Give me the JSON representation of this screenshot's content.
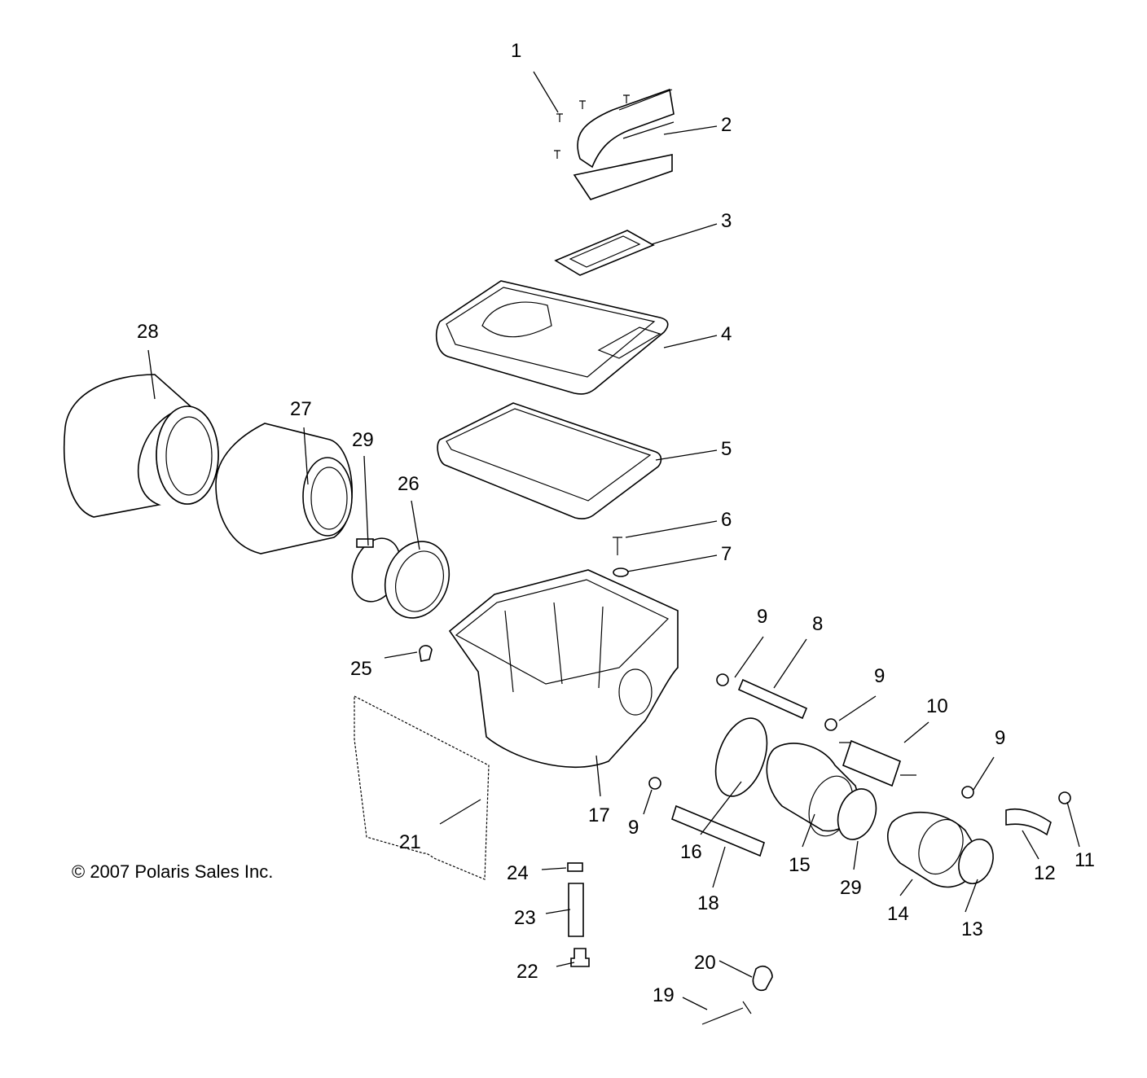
{
  "diagram": {
    "copyright": "© 2007 Polaris Sales Inc.",
    "callouts": [
      {
        "id": "c1",
        "label": "1"
      },
      {
        "id": "c2",
        "label": "2"
      },
      {
        "id": "c3",
        "label": "3"
      },
      {
        "id": "c4",
        "label": "4"
      },
      {
        "id": "c5",
        "label": "5"
      },
      {
        "id": "c6",
        "label": "6"
      },
      {
        "id": "c7",
        "label": "7"
      },
      {
        "id": "c8",
        "label": "8"
      },
      {
        "id": "c9a",
        "label": "9"
      },
      {
        "id": "c9b",
        "label": "9"
      },
      {
        "id": "c9c",
        "label": "9"
      },
      {
        "id": "c9d",
        "label": "9"
      },
      {
        "id": "c10",
        "label": "10"
      },
      {
        "id": "c11",
        "label": "11"
      },
      {
        "id": "c12",
        "label": "12"
      },
      {
        "id": "c13",
        "label": "13"
      },
      {
        "id": "c14",
        "label": "14"
      },
      {
        "id": "c15",
        "label": "15"
      },
      {
        "id": "c16",
        "label": "16"
      },
      {
        "id": "c17",
        "label": "17"
      },
      {
        "id": "c18",
        "label": "18"
      },
      {
        "id": "c19",
        "label": "19"
      },
      {
        "id": "c20",
        "label": "20"
      },
      {
        "id": "c21",
        "label": "21"
      },
      {
        "id": "c22",
        "label": "22"
      },
      {
        "id": "c23",
        "label": "23"
      },
      {
        "id": "c24",
        "label": "24"
      },
      {
        "id": "c25",
        "label": "25"
      },
      {
        "id": "c26",
        "label": "26"
      },
      {
        "id": "c27",
        "label": "27"
      },
      {
        "id": "c28",
        "label": "28"
      },
      {
        "id": "c29a",
        "label": "29"
      },
      {
        "id": "c29b",
        "label": "29"
      }
    ]
  }
}
